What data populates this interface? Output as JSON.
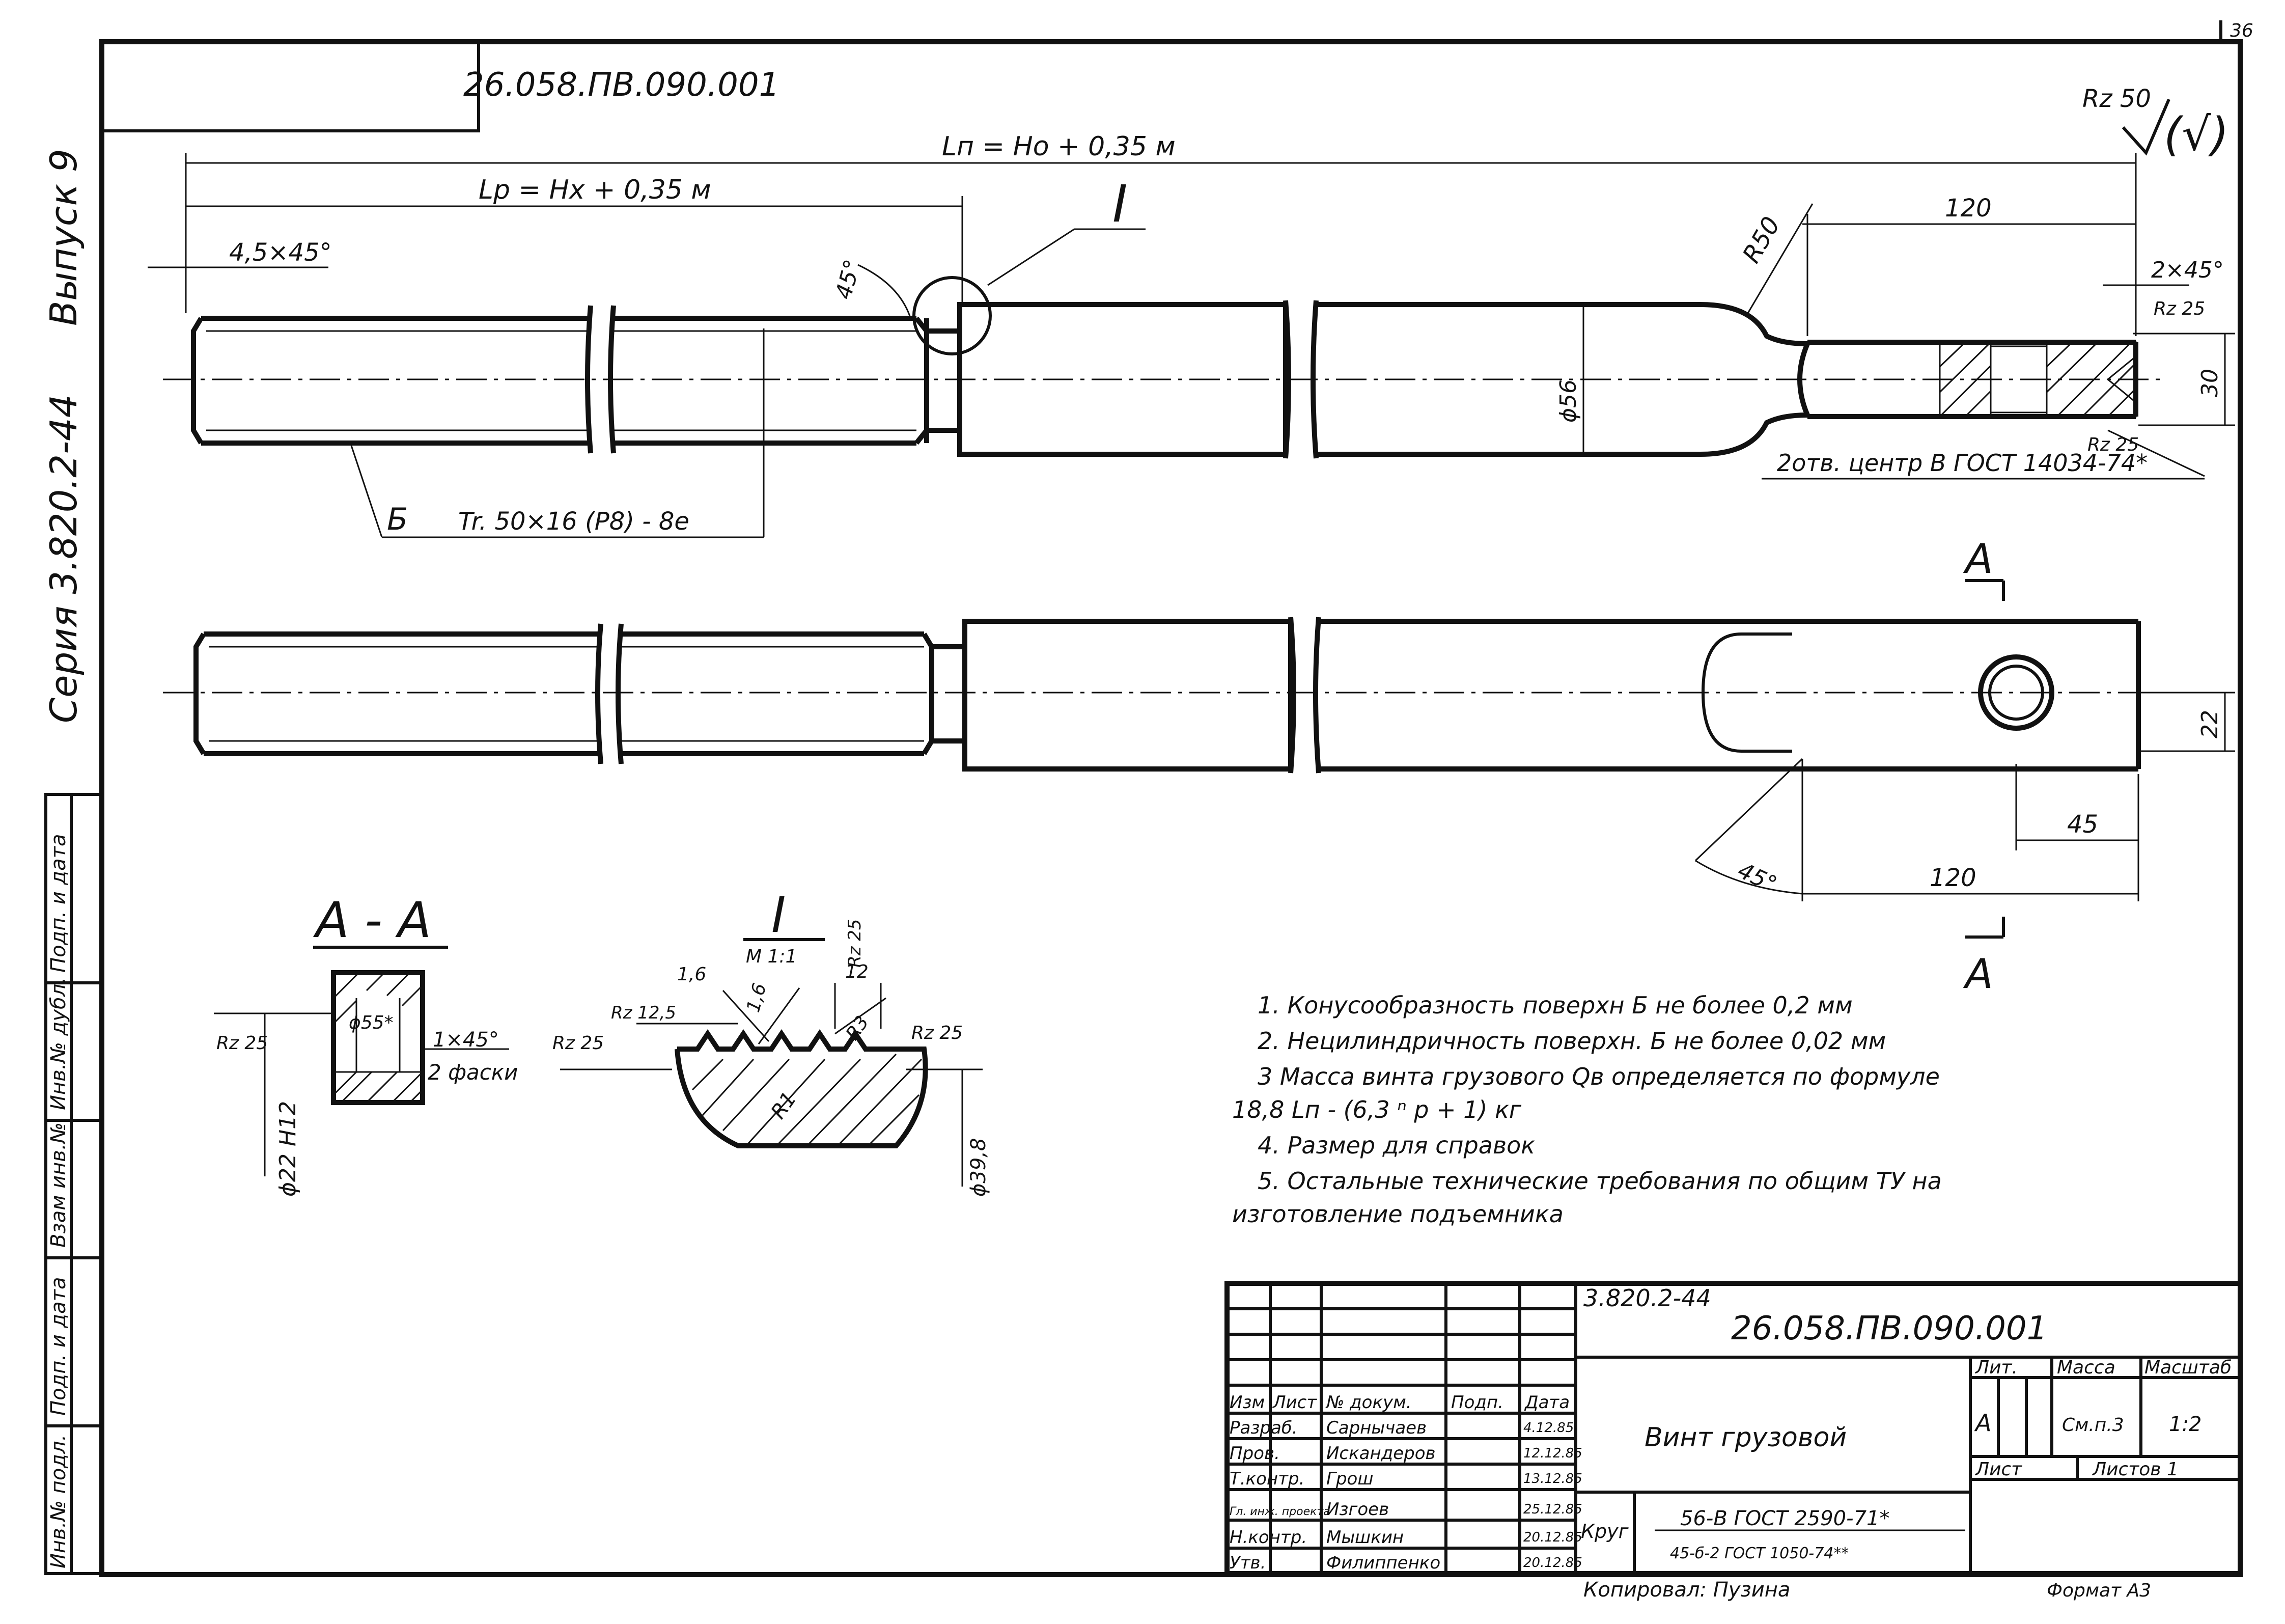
{
  "sheet": {
    "page_number": "36",
    "stamp_mirrored": "26.058.ПВ.090.001",
    "series": "Серия 3.820.2-44",
    "issue": "Выпуск 9",
    "roughness_general": "Rz 50",
    "roughness_other": "(√)"
  },
  "side_stamp": {
    "col1": "Подп. и дата",
    "col2": "Инв.№ дубл.",
    "col3": "Взам инв.№",
    "col4": "Подп. и дата",
    "col5": "Инв.№ подл."
  },
  "dims": {
    "ln": "Lп = Hо + 0,35 м",
    "lp": "Lр = Hх + 0,35 м",
    "chamfer_left": "4,5×45°",
    "angle_45": "45°",
    "detail_ref": "I",
    "radius": "R50",
    "len_120_top": "120",
    "chamfer_right": "2×45°",
    "rz25_a": "Rz 25",
    "rz25_b": "Rz 25",
    "dia_30": "30",
    "dia_56": "ϕ56",
    "centers": "2отв. центр В  ГОСТ 14034-74*",
    "surface_b": "Б",
    "thread": "Tr. 50×16 (P8) - 8e",
    "section_mark": "А",
    "width_22": "22",
    "len_45": "45",
    "angle_45b": "45°",
    "len_120_bottom": "120"
  },
  "section_aa": {
    "title": "А - А",
    "dia_55": "ϕ55*",
    "rz25": "Rz 25",
    "chamfer": "1×45°",
    "chamfer_note": "2 фаски",
    "hole": "ϕ22 H12"
  },
  "detail_i": {
    "title": "I",
    "scale": "М 1:1",
    "r16": "1,6",
    "r16b": "1,6",
    "rz12": "Rz 12,5",
    "rz25l": "Rz 25",
    "rz25r": "Rz 25",
    "r3": "R3",
    "r1": "R1",
    "rz25_top": "Rz 25",
    "dim12": "12",
    "dia398": "ϕ39,8"
  },
  "notes": [
    "1.  Конусообразность поверхн Б не более  0,2 мм",
    "2.  Нецилиндричность поверхн. Б не более  0,02 мм",
    "3  Масса винта грузового Qв определяется по формуле",
    "18,8 Lп - (6,3 ⁿ p + 1) кг",
    "4.  Размер для справок",
    "5.  Остальные технические требования по общим ТУ на",
    "изготовление подъемника"
  ],
  "title_block": {
    "code1": "3.820.2-44",
    "code2": "26.058.ПВ.090.001",
    "hdr_izm": "Изм",
    "hdr_list": "Лист",
    "hdr_doc": "№ докум.",
    "hdr_sign": "Подп.",
    "hdr_date": "Дата",
    "roles": [
      "Разраб.",
      "Пров.",
      "Т.контр.",
      "Гл. инж. проекта",
      "Н.контр.",
      "Утв."
    ],
    "names": [
      "Сарнычаев",
      "Искандеров",
      "Грош",
      "Изгоев",
      "Мышкин",
      "Филиппенко"
    ],
    "dates": [
      "4.12.85",
      "12.12.85",
      "13.12.85",
      "25.12.85",
      "20.12.85",
      "20.12.85"
    ],
    "product": "Винт   грузовой",
    "lit_hdr": "Лит.",
    "mass_hdr": "Масса",
    "scale_hdr": "Масштаб",
    "lit": "А",
    "mass": "См.п.3",
    "scale": "1:2",
    "sheet_hdr": "Лист",
    "sheets_hdr": "Листов 1",
    "material_label": "Круг",
    "material1": "56-В  ГОСТ 2590-71*",
    "material2": "45-б-2  ГОСТ 1050-74**",
    "copied": "Копировал: Пузина",
    "format": "Формат А3"
  }
}
